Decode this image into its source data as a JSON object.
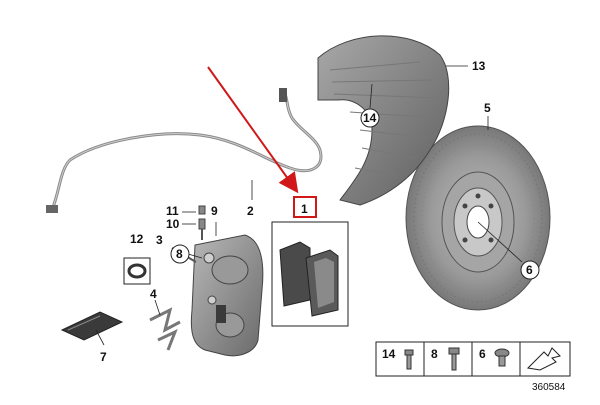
{
  "callouts": {
    "c1": "1",
    "c2": "2",
    "c3": "3",
    "c4": "4",
    "c5": "5",
    "c6": "6",
    "c7": "7",
    "c8": "8",
    "c9": "9",
    "c10": "10",
    "c11": "11",
    "c12": "12",
    "c13": "13",
    "c14": "14"
  },
  "legend": {
    "i14": "14",
    "i8": "8",
    "i6": "6"
  },
  "ref_code": "360584",
  "colors": {
    "highlight": "#d01818",
    "parts": "#8a8a8a",
    "dark": "#3a3a3a"
  }
}
